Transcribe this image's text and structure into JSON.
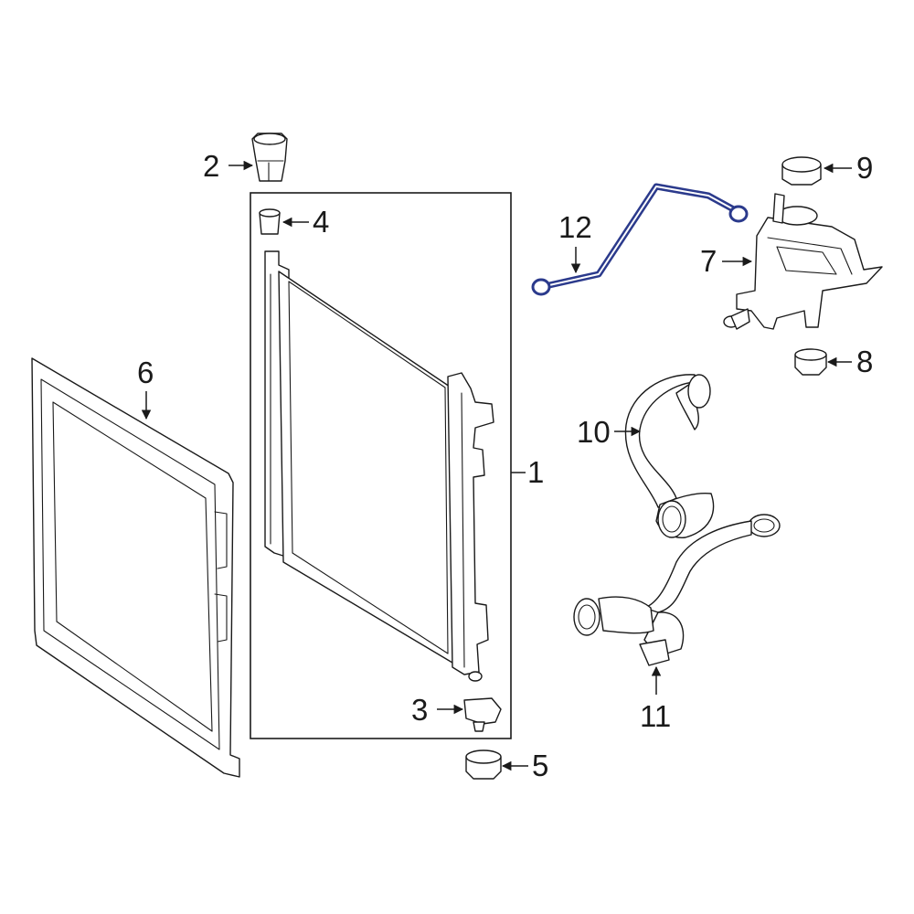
{
  "diagram": {
    "highlight_color": "#2b3a8c",
    "line_color": "#1a1a1a",
    "callouts": [
      {
        "id": "c1",
        "label": "1"
      },
      {
        "id": "c2",
        "label": "2"
      },
      {
        "id": "c3",
        "label": "3"
      },
      {
        "id": "c4",
        "label": "4"
      },
      {
        "id": "c5",
        "label": "5"
      },
      {
        "id": "c6",
        "label": "6"
      },
      {
        "id": "c7",
        "label": "7"
      },
      {
        "id": "c8",
        "label": "8"
      },
      {
        "id": "c9",
        "label": "9"
      },
      {
        "id": "c10",
        "label": "10"
      },
      {
        "id": "c11",
        "label": "11"
      },
      {
        "id": "c12",
        "label": "12"
      }
    ]
  }
}
